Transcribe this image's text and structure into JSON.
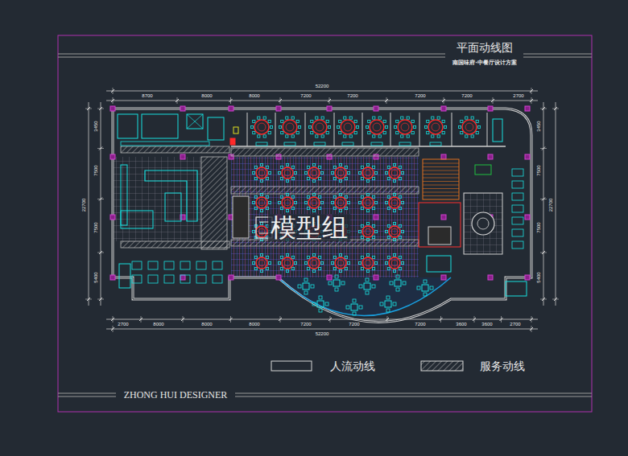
{
  "diagram": {
    "title": "平面动线图",
    "labels": [
      "南国味府·中餐厅设计方案",
      "52200",
      "8700",
      "8000",
      "8000",
      "7200",
      "7200",
      "7200",
      "7200",
      "2700",
      "3450",
      "7500",
      "7500",
      "5400",
      "22700",
      "3450",
      "7500",
      "7500",
      "5400",
      "22700",
      "2700",
      "8000",
      "8000",
      "8000",
      "7200",
      "7200",
      "7200",
      "3600",
      "3600",
      "2700",
      "52200",
      "模型组",
      "ZHONG HUI DESIGNER"
    ],
    "legend": [
      {
        "text": "人流动线"
      },
      {
        "text": "服务动线"
      }
    ]
  }
}
